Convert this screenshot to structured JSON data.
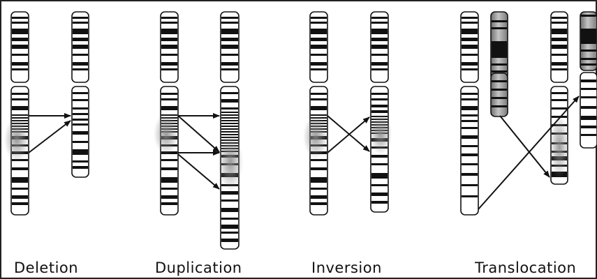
{
  "panels": {
    "deletion": {
      "label": "Deletion"
    },
    "duplication": {
      "label": "Duplication"
    },
    "inversion": {
      "label": "Inversion"
    },
    "translocation": {
      "label": "Translocation"
    }
  },
  "colors": {
    "band": "#111111",
    "outline": "#111111",
    "chromosome_fill": "#ffffff",
    "foreign_chromosome_fill": "#9e9e9e",
    "highlight_glow": "#8a8a8a",
    "frame": "#222222"
  }
}
